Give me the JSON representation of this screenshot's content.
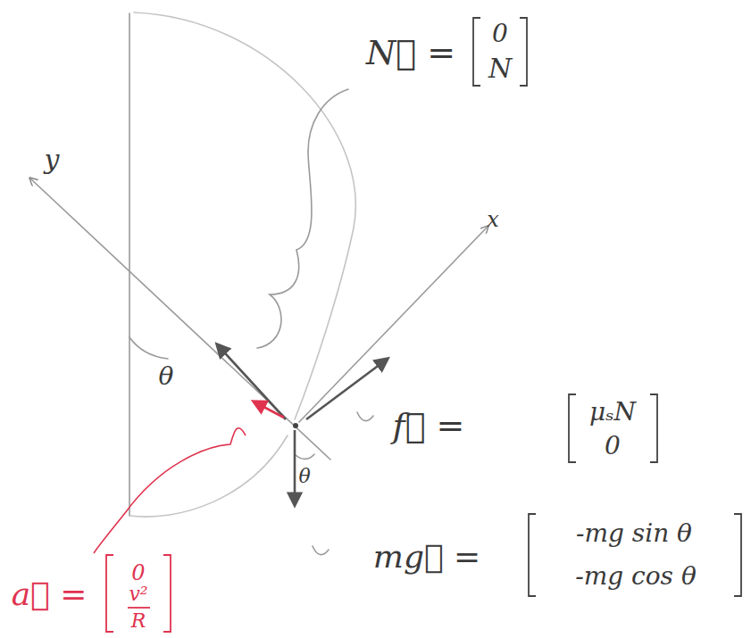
{
  "diagram": {
    "labels": [
      "y",
      "x",
      "θ",
      "θ",
      "N⃗ =",
      "0",
      "N",
      "f⃗ =",
      "μₛN",
      "0",
      "mg⃗ =",
      "-mg sin θ",
      "-mg cos θ",
      "a⃗ =",
      "0",
      "v²",
      "R"
    ]
  }
}
